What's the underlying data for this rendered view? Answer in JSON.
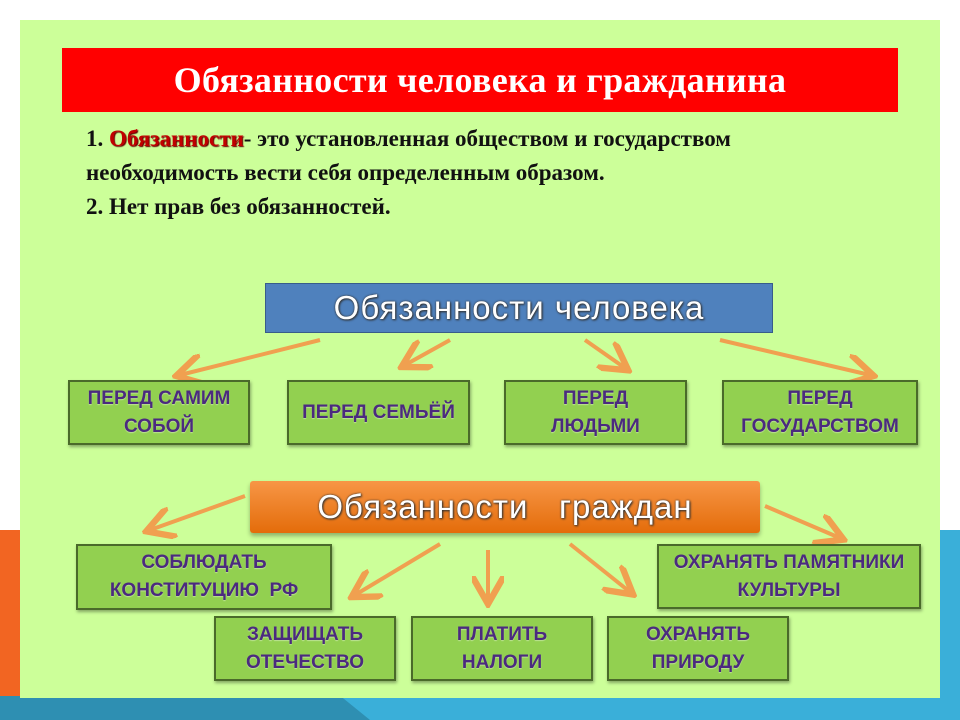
{
  "title": "Обязанности человека и гражданина",
  "definition": {
    "num1": "1. ",
    "term": "Обязанности",
    "rest": "- это установленная обществом и государством необходимость вести себя определенным образом.",
    "line2": "2. Нет прав без обязанностей."
  },
  "human": {
    "heading": "Обязанности человека",
    "items": [
      [
        "ПЕРЕД САМИМ",
        "СОБОЙ"
      ],
      [
        "ПЕРЕД СЕМЬЁЙ",
        ""
      ],
      [
        "ПЕРЕД",
        "ЛЮДЬМИ"
      ],
      [
        "ПЕРЕД",
        "ГОСУДАРСТВОМ"
      ]
    ]
  },
  "citizen": {
    "heading": "Обязанности   граждан",
    "items": [
      [
        "СОБЛЮДАТЬ",
        "КОНСТИТУЦИЮ  РФ"
      ],
      [
        "ОХРАНЯТЬ ПАМЯТНИКИ",
        "КУЛЬТУРЫ"
      ],
      [
        "ЗАЩИЩАТЬ",
        "ОТЕЧЕСТВО"
      ],
      [
        "ПЛАТИТЬ",
        "НАЛОГИ"
      ],
      [
        "ОХРАНЯТЬ",
        "ПРИРОДУ"
      ]
    ]
  },
  "colors": {
    "banner": "#ff0000",
    "slide": "#ccff99",
    "box": "#92d050",
    "arrow": "#f0a050"
  }
}
